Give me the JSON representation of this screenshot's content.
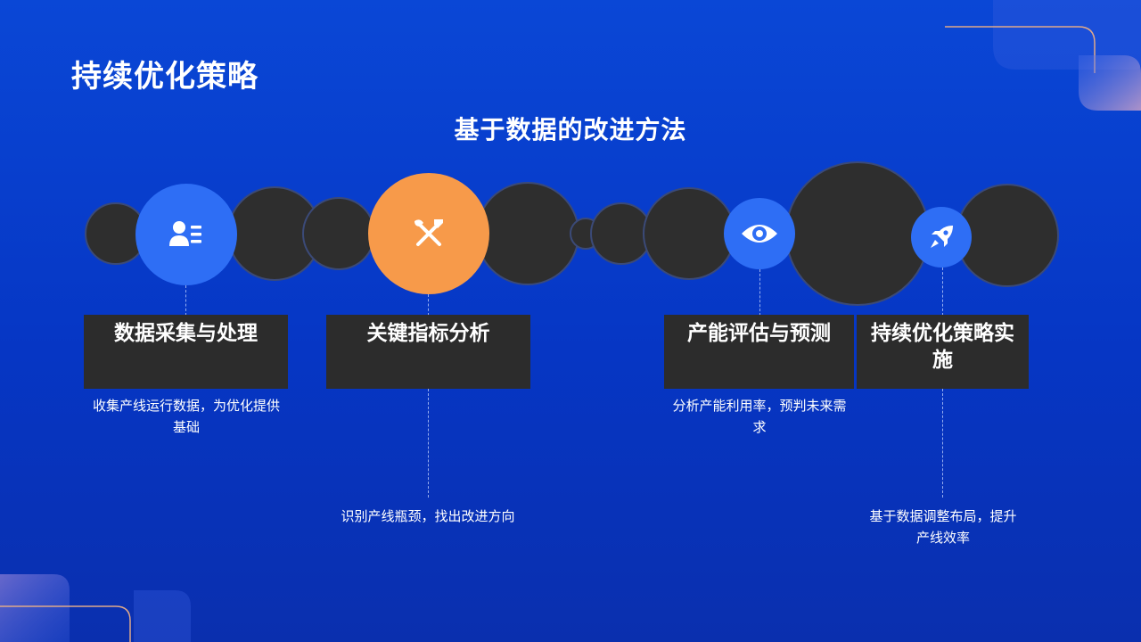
{
  "header": {
    "title": "持续优化策略",
    "subtitle": "基于数据的改进方法"
  },
  "colors": {
    "background": "#0a3fd0",
    "dark_circle": "#2e2e2e",
    "blue_accent": "#2e6ef5",
    "orange_accent": "#f79a4a"
  },
  "steps": [
    {
      "title": "数据采集与处理",
      "description": "收集产线运行数据，为优化提供基础",
      "icon": "user-list-icon",
      "accent": "#2e6ef5"
    },
    {
      "title": "关键指标分析",
      "description": "识别产线瓶颈，找出改进方向",
      "icon": "tools-icon",
      "accent": "#f79a4a"
    },
    {
      "title": "产能评估与预测",
      "description": "分析产能利用率，预判未来需求",
      "icon": "eye-icon",
      "accent": "#2e6ef5"
    },
    {
      "title": "持续优化策略实施",
      "description": "基于数据调整布局，提升产线效率",
      "icon": "rocket-icon",
      "accent": "#2e6ef5"
    }
  ]
}
